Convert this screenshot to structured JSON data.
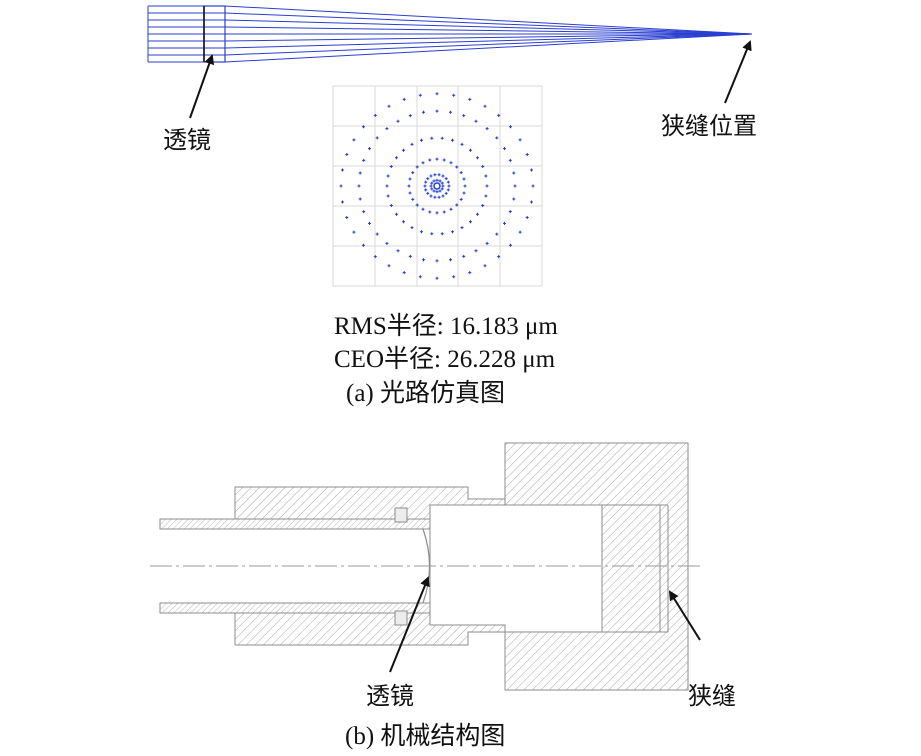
{
  "part_a": {
    "label_lens": "透镜",
    "label_slit_position": "狭缝位置",
    "rms_radius": "RMS半径: 16.183 μm",
    "ceo_radius": "CEO半径: 26.228 μm",
    "caption": "(a) 光路仿真图"
  },
  "part_b": {
    "label_lens": "透镜",
    "label_slit": "狭缝",
    "caption": "(b) 机械结构图"
  },
  "colors": {
    "ray": "#2b3fd0",
    "spot": "#1f3ccf",
    "grid": "#d8d8d8",
    "hatch": "#9a9a9a",
    "outline": "#8c8c8c",
    "ink": "#111111"
  },
  "spot_rings": [
    {
      "name": "ring-1",
      "points": 12
    },
    {
      "name": "ring-2",
      "points": 18
    },
    {
      "name": "ring-3",
      "points": 24
    },
    {
      "name": "ring-4",
      "points": 30
    },
    {
      "name": "ring-5",
      "points": 36
    },
    {
      "name": "ring-6",
      "points": 36
    }
  ]
}
